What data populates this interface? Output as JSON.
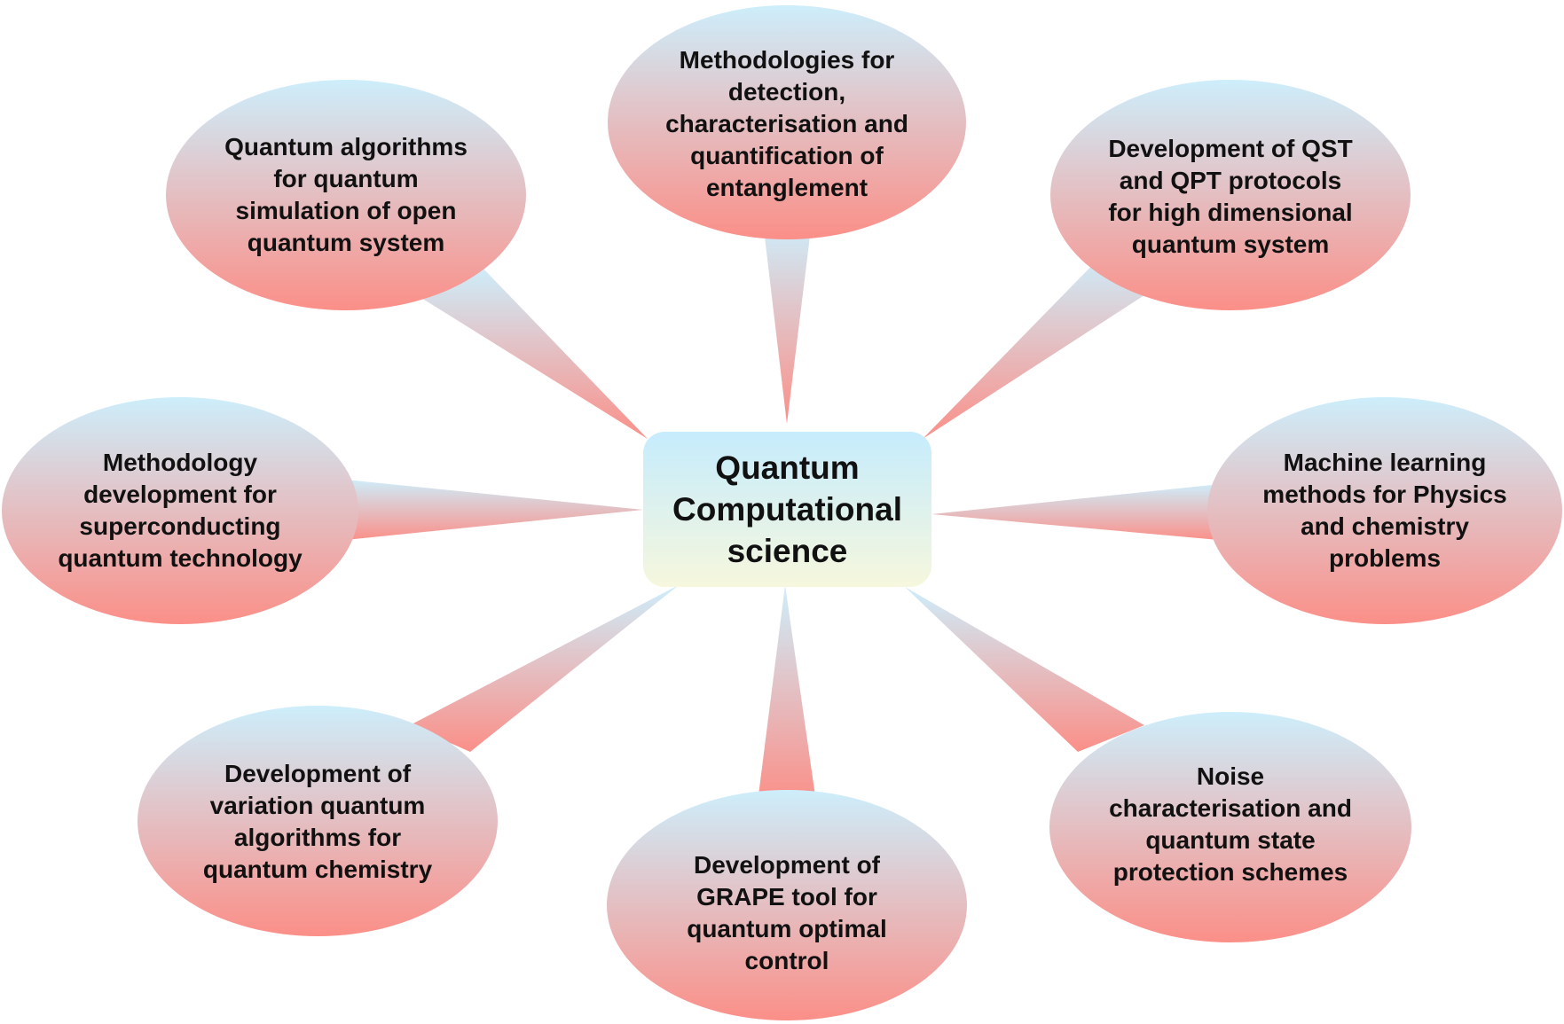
{
  "center": {
    "label": "Quantum\nComputational\nscience"
  },
  "topics": [
    {
      "id": "top-center",
      "label": "Methodologies for\ndetection,\ncharacterisation and\nquantification of\nentanglement"
    },
    {
      "id": "top-left",
      "label": "Quantum algorithms\nfor quantum\nsimulation of open\nquantum system"
    },
    {
      "id": "top-right",
      "label": "Development of QST\nand QPT protocols\nfor high dimensional\nquantum system"
    },
    {
      "id": "mid-left",
      "label": "Methodology\ndevelopment for\nsuperconducting\nquantum technology"
    },
    {
      "id": "mid-right",
      "label": "Machine learning\nmethods for Physics\nand chemistry\nproblems"
    },
    {
      "id": "bottom-left",
      "label": "Development of\nvariation quantum\nalgorithms for\nquantum chemistry"
    },
    {
      "id": "bottom-center",
      "label": "Development of\nGRAPE tool for\nquantum optimal\ncontrol"
    },
    {
      "id": "bottom-right",
      "label": "Noise\ncharacterisation and\nquantum state\nprotection schemes"
    }
  ],
  "colors": {
    "bubble_top": "#cdeefb",
    "bubble_bottom": "#fb8f88",
    "center_top": "#c6ecfd",
    "center_bottom": "#f6f7dd",
    "text": "#111111"
  }
}
